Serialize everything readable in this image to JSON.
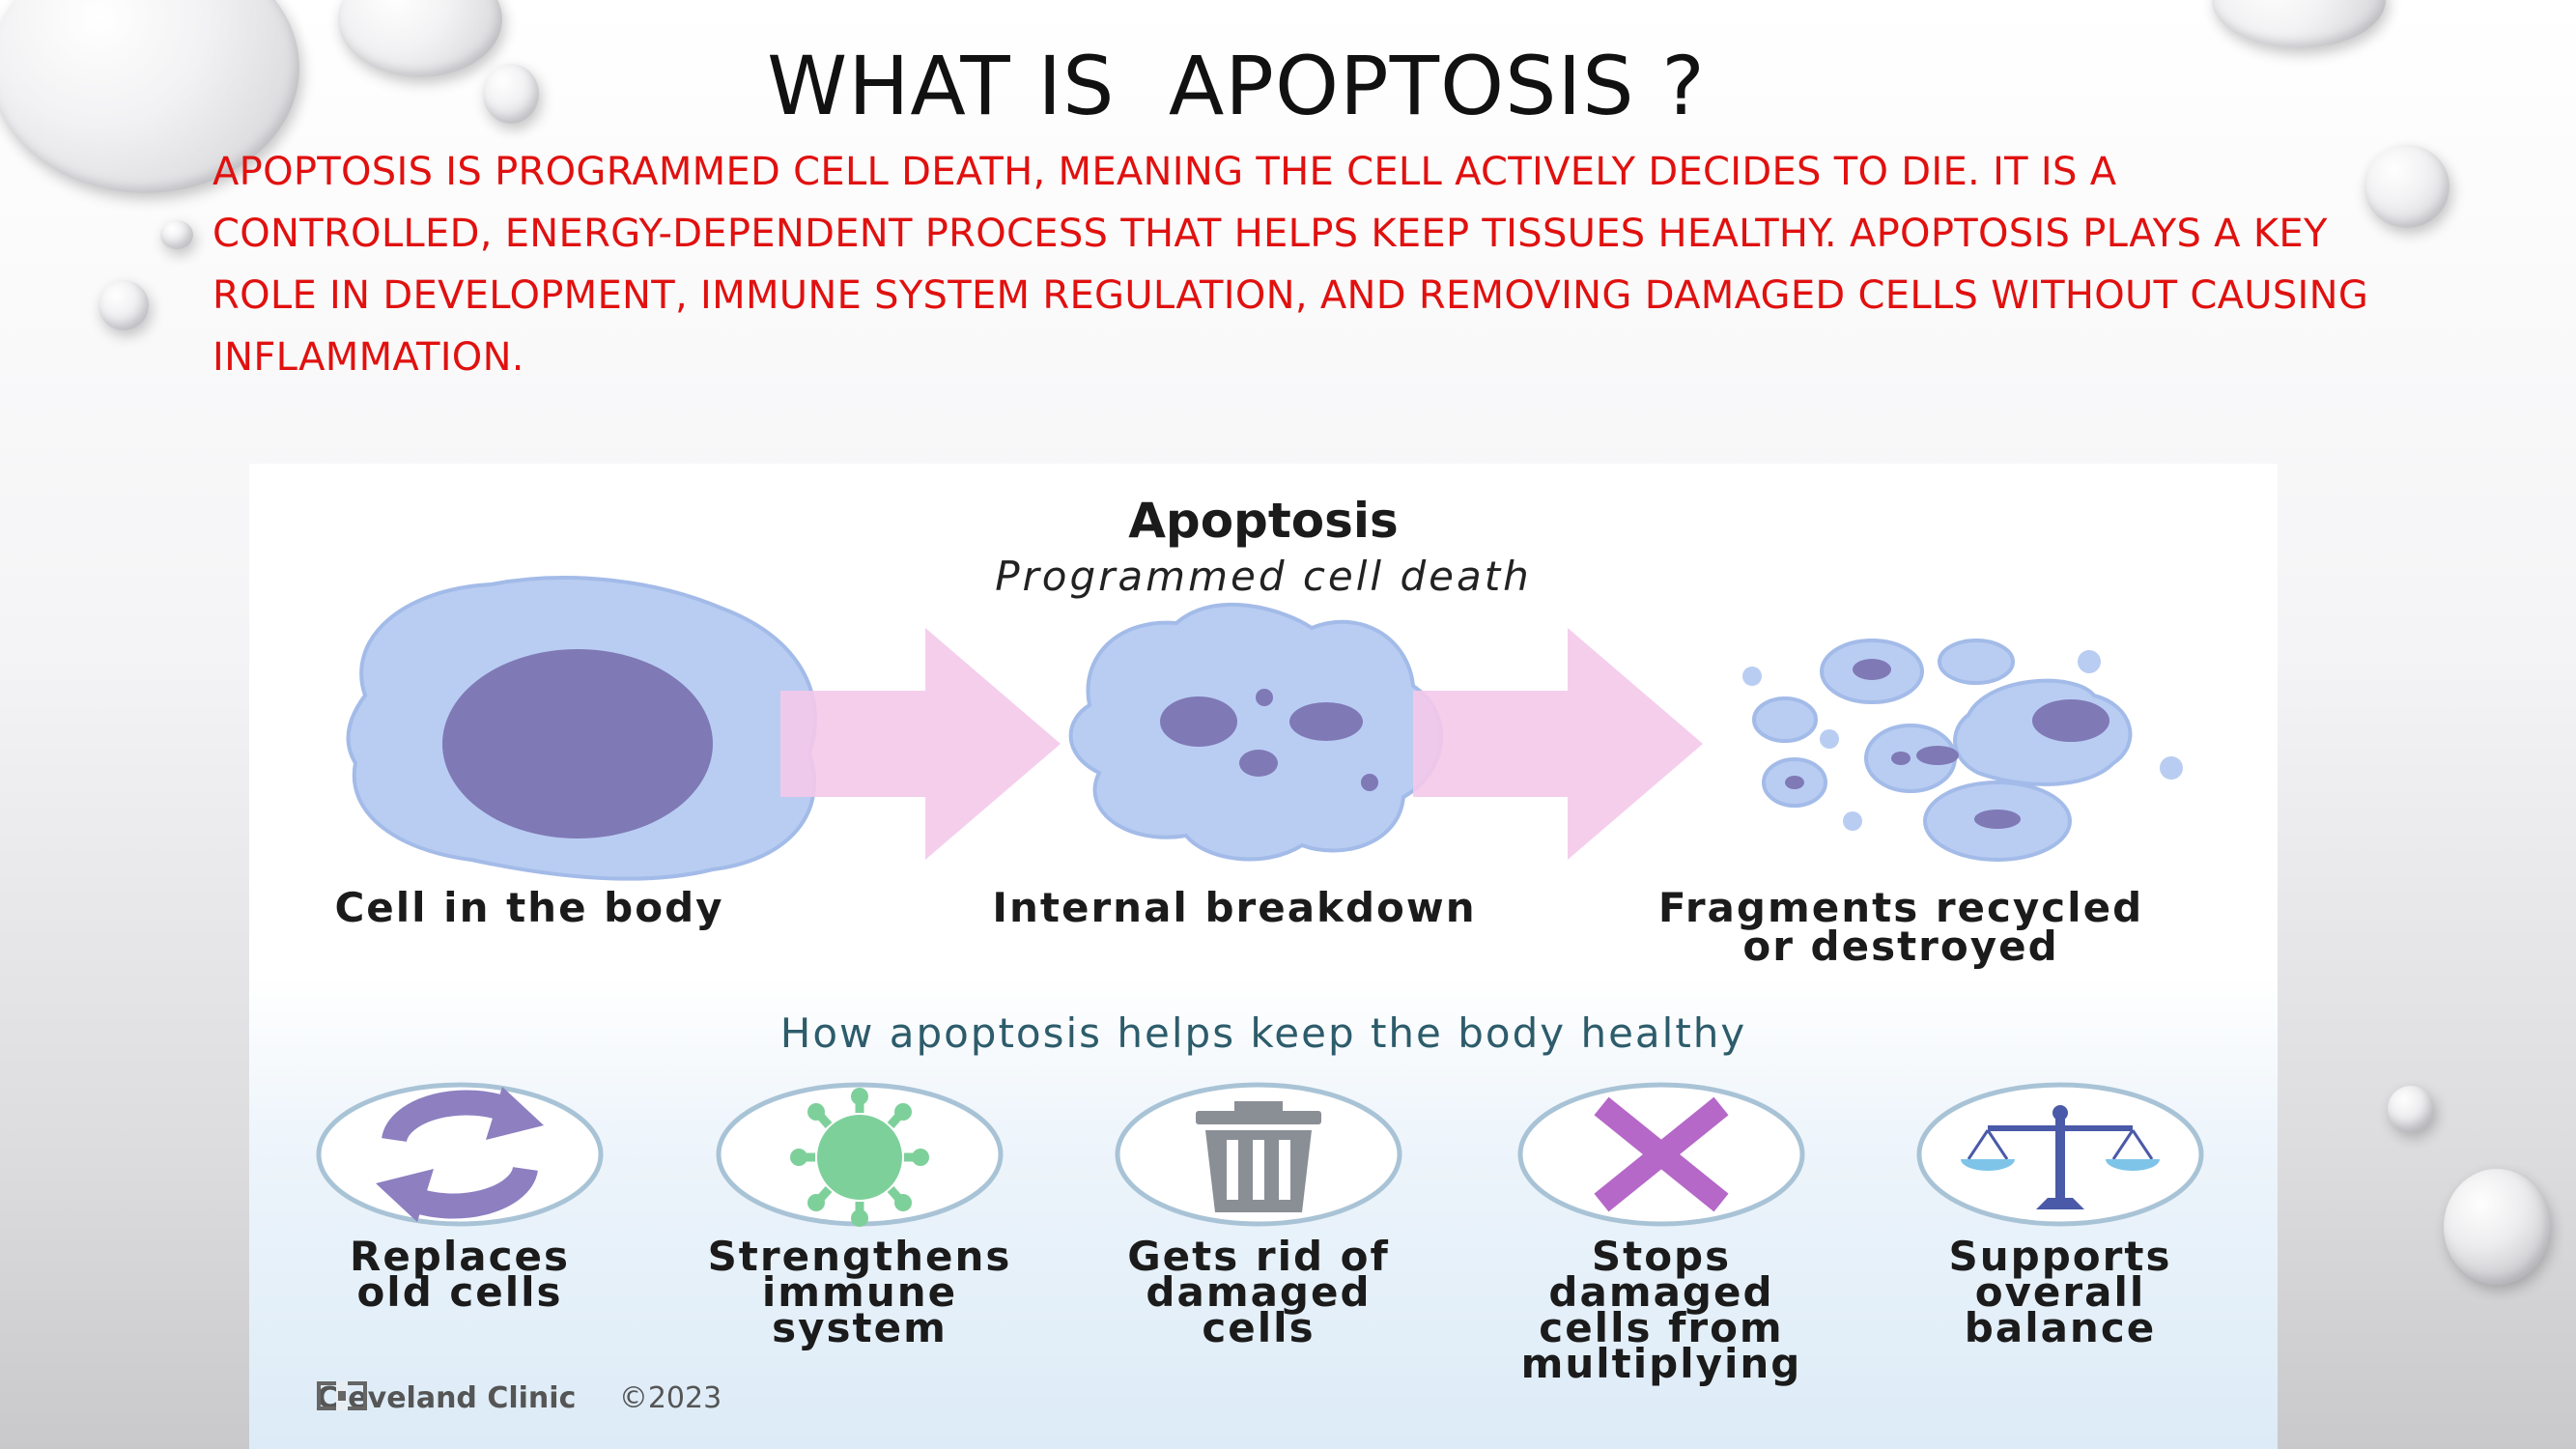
{
  "slide": {
    "title": "WHAT IS  APOPTOSIS ?",
    "intro": "Apoptosis is programmed cell death, meaning the cell actively decides to die. It is a controlled, energy-dependent process that helps keep tissues healthy. Apoptosis plays a key role in development, immune system regulation, and removing damaged cells without causing inflammation."
  },
  "infographic": {
    "title": "Apoptosis",
    "subtitle": "Programmed cell death",
    "stages": [
      {
        "line1": "Cell in the body",
        "line2": ""
      },
      {
        "line1": "Internal breakdown",
        "line2": ""
      },
      {
        "line1": "Fragments recycled",
        "line2": "or destroyed"
      }
    ],
    "health_heading": "How apoptosis helps keep the body healthy",
    "benefits": [
      {
        "lines": [
          "Replaces",
          "old cells"
        ],
        "icon": "recycle-arrows-icon"
      },
      {
        "lines": [
          "Strengthens",
          "immune",
          "system"
        ],
        "icon": "virus-icon"
      },
      {
        "lines": [
          "Gets rid of",
          "damaged",
          "cells"
        ],
        "icon": "trash-can-icon"
      },
      {
        "lines": [
          "Stops",
          "damaged",
          "cells from",
          "multiplying"
        ],
        "icon": "x-mark-icon"
      },
      {
        "lines": [
          "Supports",
          "overall",
          "balance"
        ],
        "icon": "balance-scale-icon"
      }
    ],
    "credit": {
      "brand": "Cleveland Clinic",
      "year": "©2023"
    }
  },
  "colors": {
    "intro_text": "#e0110f",
    "cell_body": "#b9cdf2",
    "nucleus": "#7f79b6",
    "arrow": "#f4c9ea",
    "heading_teal": "#2d5c6b"
  }
}
